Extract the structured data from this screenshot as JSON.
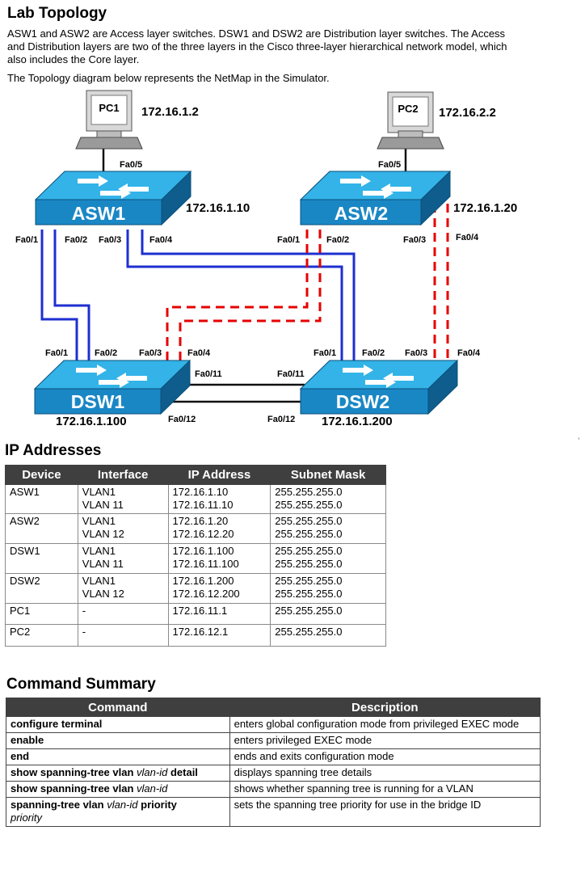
{
  "heading": "Lab Topology",
  "intro_paragraph": "ASW1 and ASW2 are Access layer switches. DSW1 and DSW2 are Distribution layer switches. The Access and Distribution layers are two of the three layers in the Cisco three-layer hierarchical network model, which also includes the Core layer.",
  "intro_paragraph2": "The Topology diagram below represents the NetMap in the Simulator.",
  "topology": {
    "pc1": {
      "label": "PC1",
      "ip": "172.16.1.2",
      "port": "Fa0/5"
    },
    "pc2": {
      "label": "PC2",
      "ip": "172.16.2.2",
      "port": "Fa0/5"
    },
    "asw1": {
      "label": "ASW1",
      "ip": "172.16.1.10",
      "ports": [
        "Fa0/1",
        "Fa0/2",
        "Fa0/3",
        "Fa0/4"
      ]
    },
    "asw2": {
      "label": "ASW2",
      "ip": "172.16.1.20",
      "ports": [
        "Fa0/1",
        "Fa0/2",
        "Fa0/3",
        "Fa0/4"
      ]
    },
    "dsw1": {
      "label": "DSW1",
      "ip": "172.16.1.100",
      "ports": [
        "Fa0/1",
        "Fa0/2",
        "Fa0/3",
        "Fa0/4",
        "Fa0/11",
        "Fa0/12"
      ]
    },
    "dsw2": {
      "label": "DSW2",
      "ip": "172.16.1.200",
      "ports": [
        "Fa0/1",
        "Fa0/2",
        "Fa0/3",
        "Fa0/4",
        "Fa0/11",
        "Fa0/12"
      ]
    },
    "colors": {
      "switch_top": "#33b3e8",
      "switch_front": "#1a87c5",
      "switch_side": "#0e5d8c",
      "blue_link": "#1e2fd0",
      "red_link": "#e60000"
    }
  },
  "ip_section": {
    "title": "IP Addresses",
    "headers": [
      "Device",
      "Interface",
      "IP Address",
      "Subnet Mask"
    ],
    "rows": [
      {
        "device": "ASW1",
        "interface": [
          "VLAN1",
          "VLAN 11"
        ],
        "ip": [
          "172.16.1.10",
          "172.16.11.10"
        ],
        "mask": [
          "255.255.255.0",
          "255.255.255.0"
        ]
      },
      {
        "device": "ASW2",
        "interface": [
          "VLAN1",
          "VLAN 12"
        ],
        "ip": [
          "172.16.1.20",
          "172.16.12.20"
        ],
        "mask": [
          "255.255.255.0",
          "255.255.255.0"
        ]
      },
      {
        "device": "DSW1",
        "interface": [
          "VLAN1",
          "VLAN 11"
        ],
        "ip": [
          "172.16.1.100",
          "172.16.11.100"
        ],
        "mask": [
          "255.255.255.0",
          "255.255.255.0"
        ]
      },
      {
        "device": "DSW2",
        "interface": [
          "VLAN1",
          "VLAN 12"
        ],
        "ip": [
          "172.16.1.200",
          "172.16.12.200"
        ],
        "mask": [
          "255.255.255.0",
          "255.255.255.0"
        ]
      },
      {
        "device": "PC1",
        "interface": [
          "-"
        ],
        "ip": [
          "172.16.11.1"
        ],
        "mask": [
          "255.255.255.0"
        ]
      },
      {
        "device": "PC2",
        "interface": [
          "-"
        ],
        "ip": [
          "172.16.12.1"
        ],
        "mask": [
          "255.255.255.0"
        ]
      }
    ]
  },
  "cmd_section": {
    "title": "Command Summary",
    "headers": [
      "Command",
      "Description"
    ],
    "rows": [
      {
        "cmd": "configure terminal",
        "arg": "",
        "tail": "",
        "arg2": "",
        "desc": "enters global configuration mode from privileged EXEC mode"
      },
      {
        "cmd": "enable",
        "arg": "",
        "tail": "",
        "arg2": "",
        "desc": "enters privileged EXEC mode"
      },
      {
        "cmd": "end",
        "arg": "",
        "tail": "",
        "arg2": "",
        "desc": "ends and exits configuration mode"
      },
      {
        "cmd": "show spanning-tree vlan",
        "arg": "vlan-id",
        "tail": "detail",
        "arg2": "",
        "desc": "displays spanning tree details"
      },
      {
        "cmd": "show spanning-tree vlan",
        "arg": "vlan-id",
        "tail": "",
        "arg2": "",
        "desc": "shows whether spanning tree is running for a VLAN"
      },
      {
        "cmd": "spanning-tree vlan",
        "arg": "vlan-id",
        "tail": "priority",
        "arg2": "priority",
        "desc": "sets the spanning tree priority for use in the bridge ID"
      }
    ]
  }
}
